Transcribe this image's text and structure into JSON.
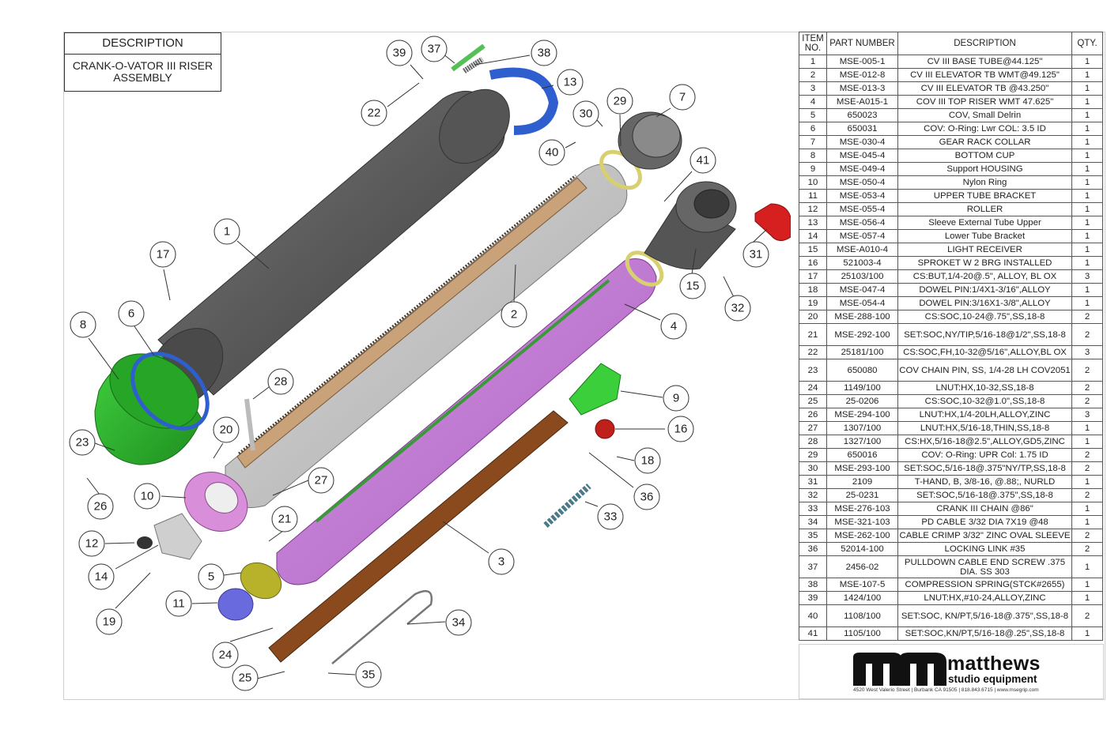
{
  "title_block": {
    "header": "DESCRIPTION",
    "value": "CRANK-O-VATOR III RISER ASSEMBLY"
  },
  "bom": {
    "headers": [
      "ITEM NO.",
      "PART NUMBER",
      "DESCRIPTION",
      "QTY."
    ],
    "rows": [
      {
        "item": "1",
        "part": "MSE-005-1",
        "desc": "CV III BASE TUBE@44.125\"",
        "qty": "1"
      },
      {
        "item": "2",
        "part": "MSE-012-8",
        "desc": "CV III ELEVATOR TB WMT@49.125\"",
        "qty": "1"
      },
      {
        "item": "3",
        "part": "MSE-013-3",
        "desc": "CV III ELEVATOR TB @43.250\"",
        "qty": "1"
      },
      {
        "item": "4",
        "part": "MSE-A015-1",
        "desc": "COV III TOP RISER WMT 47.625\"",
        "qty": "1"
      },
      {
        "item": "5",
        "part": "650023",
        "desc": "COV, Small Delrin",
        "qty": "1"
      },
      {
        "item": "6",
        "part": "650031",
        "desc": "COV: O-Ring: Lwr COL: 3.5 ID",
        "qty": "1"
      },
      {
        "item": "7",
        "part": "MSE-030-4",
        "desc": "GEAR RACK COLLAR",
        "qty": "1"
      },
      {
        "item": "8",
        "part": "MSE-045-4",
        "desc": "BOTTOM CUP",
        "qty": "1"
      },
      {
        "item": "9",
        "part": "MSE-049-4",
        "desc": "Support HOUSING",
        "qty": "1"
      },
      {
        "item": "10",
        "part": "MSE-050-4",
        "desc": "Nylon Ring",
        "qty": "1"
      },
      {
        "item": "11",
        "part": "MSE-053-4",
        "desc": "UPPER TUBE BRACKET",
        "qty": "1"
      },
      {
        "item": "12",
        "part": "MSE-055-4",
        "desc": "ROLLER",
        "qty": "1"
      },
      {
        "item": "13",
        "part": "MSE-056-4",
        "desc": "Sleeve External Tube Upper",
        "qty": "1"
      },
      {
        "item": "14",
        "part": "MSE-057-4",
        "desc": "Lower Tube Bracket",
        "qty": "1"
      },
      {
        "item": "15",
        "part": "MSE-A010-4",
        "desc": "LIGHT RECEIVER",
        "qty": "1"
      },
      {
        "item": "16",
        "part": "521003-4",
        "desc": "SPROKET W 2 BRG INSTALLED",
        "qty": "1"
      },
      {
        "item": "17",
        "part": "25103/100",
        "desc": "CS:BUT,1/4-20@.5\", ALLOY, BL OX",
        "qty": "3"
      },
      {
        "item": "18",
        "part": "MSE-047-4",
        "desc": "DOWEL PIN:1/4X1-3/16\",ALLOY",
        "qty": "1"
      },
      {
        "item": "19",
        "part": "MSE-054-4",
        "desc": "DOWEL PIN:3/16X1-3/8\",ALLOY",
        "qty": "1"
      },
      {
        "item": "20",
        "part": "MSE-288-100",
        "desc": "CS:SOC,10-24@.75\",SS,18-8",
        "qty": "2"
      },
      {
        "item": "21",
        "part": "MSE-292-100",
        "desc": "SET:SOC,NY/TIP,5/16-18@1/2\",SS,18-8",
        "qty": "2"
      },
      {
        "item": "22",
        "part": "25181/100",
        "desc": "CS:SOC,FH,10-32@5/16\",ALLOY,BL OX",
        "qty": "3"
      },
      {
        "item": "23",
        "part": "650080",
        "desc": "COV CHAIN PIN, SS, 1/4-28 LH COV2051",
        "qty": "2"
      },
      {
        "item": "24",
        "part": "1149/100",
        "desc": "LNUT:HX,10-32,SS,18-8",
        "qty": "2"
      },
      {
        "item": "25",
        "part": "25-0206",
        "desc": "CS:SOC,10-32@1.0\",SS,18-8",
        "qty": "2"
      },
      {
        "item": "26",
        "part": "MSE-294-100",
        "desc": "LNUT:HX,1/4-20LH,ALLOY,ZINC",
        "qty": "3"
      },
      {
        "item": "27",
        "part": "1307/100",
        "desc": "LNUT:HX,5/16-18,THIN,SS,18-8",
        "qty": "1"
      },
      {
        "item": "28",
        "part": "1327/100",
        "desc": "CS:HX,5/16-18@2.5\",ALLOY,GD5,ZINC",
        "qty": "1"
      },
      {
        "item": "29",
        "part": "650016",
        "desc": "COV: O-Ring: UPR Col: 1.75 ID",
        "qty": "2"
      },
      {
        "item": "30",
        "part": "MSE-293-100",
        "desc": "SET:SOC,5/16-18@.375\"NY/TP,SS,18-8",
        "qty": "2"
      },
      {
        "item": "31",
        "part": "2109",
        "desc": "T-HAND, B, 3/8-16, @.88;, NURLD",
        "qty": "1"
      },
      {
        "item": "32",
        "part": "25-0231",
        "desc": "SET:SOC,5/16-18@.375\",SS,18-8",
        "qty": "2"
      },
      {
        "item": "33",
        "part": "MSE-276-103",
        "desc": "CRANK III CHAIN @86\"",
        "qty": "1"
      },
      {
        "item": "34",
        "part": "MSE-321-103",
        "desc": "PD CABLE 3/32 DIA 7X19 @48",
        "qty": "1"
      },
      {
        "item": "35",
        "part": "MSE-262-100",
        "desc": "CABLE CRIMP 3/32\" ZINC OVAL SLEEVE",
        "qty": "2"
      },
      {
        "item": "36",
        "part": "52014-100",
        "desc": "LOCKING LINK #35",
        "qty": "2"
      },
      {
        "item": "37",
        "part": "2456-02",
        "desc": "PULLDOWN CABLE END SCREW .375 DIA. SS 303",
        "qty": "1"
      },
      {
        "item": "38",
        "part": "MSE-107-5",
        "desc": "COMPRESSION SPRING(STCK#2655)",
        "qty": "1"
      },
      {
        "item": "39",
        "part": "1424/100",
        "desc": "LNUT:HX,#10-24,ALLOY,ZINC",
        "qty": "1"
      },
      {
        "item": "40",
        "part": "1108/100",
        "desc": "SET:SOC, KN/PT,5/16-18@.375\",SS,18-8",
        "qty": "2"
      },
      {
        "item": "41",
        "part": "1105/100",
        "desc": "SET:SOC,KN/PT,5/16-18@.25\",SS,18-8",
        "qty": "1"
      }
    ]
  },
  "logo": {
    "brand": "matthews",
    "subtitle": "studio equipment",
    "address": "4520 West Valerio Street  |  Burbank CA 91505  |  818.843.6715  |  www.msegrip.com"
  },
  "colors": {
    "base_tube": "#5f5f5f",
    "elevator_tube": "#c9c9c9",
    "top_riser": "#c77bd6",
    "bottom_cup": "#2fb52f",
    "sleeve_ring": "#2f5fcf",
    "rack_bar": "#8b4a1e",
    "nylon_ring": "#d98ed9",
    "delrin": "#b8b22a",
    "t_handle": "#d62020"
  },
  "balloons": [
    {
      "label": "1"
    },
    {
      "label": "2"
    },
    {
      "label": "3"
    },
    {
      "label": "4"
    },
    {
      "label": "5"
    },
    {
      "label": "6"
    },
    {
      "label": "7"
    },
    {
      "label": "8"
    },
    {
      "label": "9"
    },
    {
      "label": "10"
    },
    {
      "label": "11"
    },
    {
      "label": "12"
    },
    {
      "label": "13"
    },
    {
      "label": "14"
    },
    {
      "label": "15"
    },
    {
      "label": "16"
    },
    {
      "label": "17"
    },
    {
      "label": "18"
    },
    {
      "label": "19"
    },
    {
      "label": "20"
    },
    {
      "label": "21"
    },
    {
      "label": "22"
    },
    {
      "label": "23"
    },
    {
      "label": "24"
    },
    {
      "label": "25"
    },
    {
      "label": "26"
    },
    {
      "label": "27"
    },
    {
      "label": "28"
    },
    {
      "label": "29"
    },
    {
      "label": "30"
    },
    {
      "label": "31"
    },
    {
      "label": "32"
    },
    {
      "label": "33"
    },
    {
      "label": "34"
    },
    {
      "label": "35"
    },
    {
      "label": "36"
    },
    {
      "label": "37"
    },
    {
      "label": "38"
    },
    {
      "label": "39"
    },
    {
      "label": "40"
    },
    {
      "label": "41"
    }
  ]
}
